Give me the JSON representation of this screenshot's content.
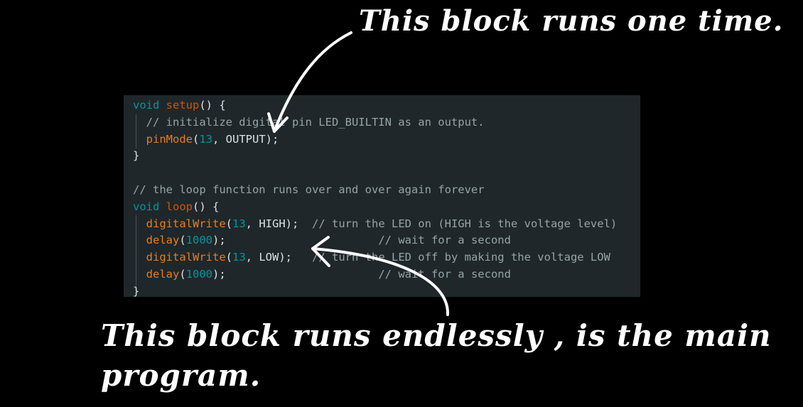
{
  "annotations": {
    "top": "This block runs one time.",
    "bottom_line1": "This block runs endlessly , is the main",
    "bottom_line2": "program."
  },
  "code": {
    "lines": [
      [
        {
          "t": "void",
          "c": "kw"
        },
        {
          "t": " ",
          "c": "tx"
        },
        {
          "t": "setup",
          "c": "fn"
        },
        {
          "t": "() {",
          "c": "tx"
        }
      ],
      [
        {
          "t": "  // initialize digital pin LED_BUILTIN as an output.",
          "c": "cm"
        }
      ],
      [
        {
          "t": "  ",
          "c": "tx"
        },
        {
          "t": "pinMode",
          "c": "fn2"
        },
        {
          "t": "(",
          "c": "tx"
        },
        {
          "t": "13",
          "c": "num"
        },
        {
          "t": ", OUTPUT);",
          "c": "tx"
        }
      ],
      [
        {
          "t": "}",
          "c": "tx"
        }
      ],
      [
        {
          "t": "",
          "c": "tx"
        }
      ],
      [
        {
          "t": "// the loop function runs over and over again forever",
          "c": "cm"
        }
      ],
      [
        {
          "t": "void",
          "c": "kw"
        },
        {
          "t": " ",
          "c": "tx"
        },
        {
          "t": "loop",
          "c": "fn"
        },
        {
          "t": "() {",
          "c": "tx"
        }
      ],
      [
        {
          "t": "  ",
          "c": "tx"
        },
        {
          "t": "digitalWrite",
          "c": "fn2"
        },
        {
          "t": "(",
          "c": "tx"
        },
        {
          "t": "13",
          "c": "num"
        },
        {
          "t": ", HIGH);  ",
          "c": "tx"
        },
        {
          "t": "// turn the LED on (HIGH is the voltage level)",
          "c": "cm"
        }
      ],
      [
        {
          "t": "  ",
          "c": "tx"
        },
        {
          "t": "delay",
          "c": "fn2"
        },
        {
          "t": "(",
          "c": "tx"
        },
        {
          "t": "1000",
          "c": "num"
        },
        {
          "t": ");",
          "c": "tx"
        },
        {
          "t": "                       // wait for a second",
          "c": "cm"
        }
      ],
      [
        {
          "t": "  ",
          "c": "tx"
        },
        {
          "t": "digitalWrite",
          "c": "fn2"
        },
        {
          "t": "(",
          "c": "tx"
        },
        {
          "t": "13",
          "c": "num"
        },
        {
          "t": ", LOW);   ",
          "c": "tx"
        },
        {
          "t": "// turn the LED off by making the voltage LOW",
          "c": "cm"
        }
      ],
      [
        {
          "t": "  ",
          "c": "tx"
        },
        {
          "t": "delay",
          "c": "fn2"
        },
        {
          "t": "(",
          "c": "tx"
        },
        {
          "t": "1000",
          "c": "num"
        },
        {
          "t": ");",
          "c": "tx"
        },
        {
          "t": "                       // wait for a second",
          "c": "cm"
        }
      ],
      [
        {
          "t": "}",
          "c": "tx"
        }
      ]
    ]
  },
  "colors": {
    "background": "#000000",
    "editor_background": "#1f272a",
    "keyword": "#00979c",
    "function": "#d35400",
    "builtin_function": "#e67e22",
    "number": "#00979c",
    "comment": "#95a5a6",
    "text": "#dae3e3",
    "annotation_ink": "#ffffff"
  }
}
